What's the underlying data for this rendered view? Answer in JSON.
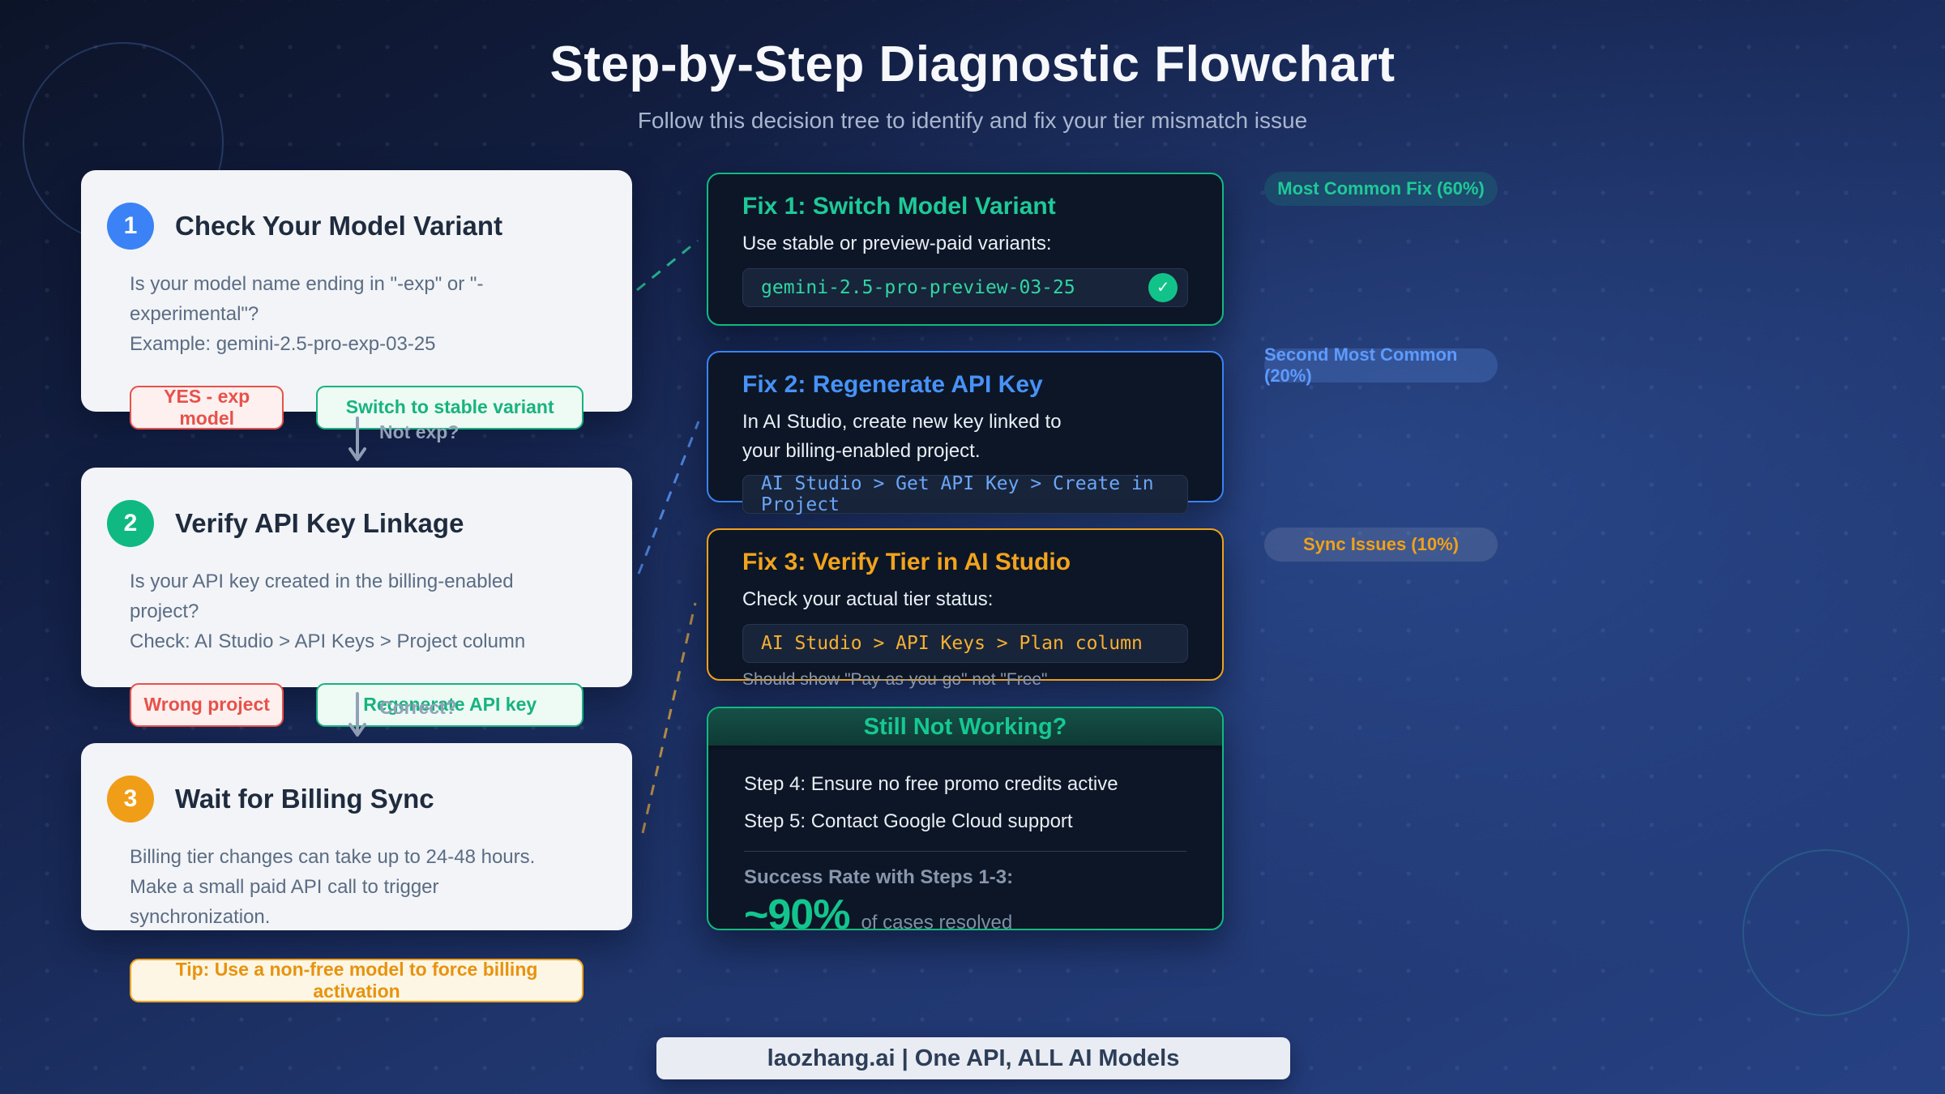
{
  "page": {
    "title": "Step-by-Step Diagnostic Flowchart",
    "subtitle": "Follow this decision tree to identify and fix your tier mismatch issue"
  },
  "icons": {
    "check": "✓",
    "arrow_down": "↓"
  },
  "steps": [
    {
      "number": "1",
      "accent": "#3b82f6",
      "title": "Check Your Model Variant",
      "lines": [
        "Is your model name ending in \"-exp\" or \"-experimental\"?",
        "Example: gemini-2.5-pro-exp-03-25"
      ],
      "buttons": [
        {
          "label": "YES - exp model",
          "variant": "negative",
          "color": "#e8514a"
        },
        {
          "label": "Switch to stable variant",
          "variant": "positive",
          "color": "#17b380"
        }
      ]
    },
    {
      "number": "2",
      "accent": "#10b981",
      "title": "Verify API Key Linkage",
      "lines": [
        "Is your API key created in the billing-enabled project?",
        "Check: AI Studio > API Keys > Project column"
      ],
      "buttons": [
        {
          "label": "Wrong project",
          "variant": "negative",
          "color": "#e8514a"
        },
        {
          "label": "Regenerate API key",
          "variant": "positive",
          "color": "#17b380"
        }
      ]
    },
    {
      "number": "3",
      "accent": "#f09d17",
      "title": "Wait for Billing Sync",
      "lines": [
        "Billing tier changes can take up to 24-48 hours.",
        "Make a small paid API call to trigger synchronization."
      ],
      "buttons": [
        {
          "label": "Tip: Use a non-free model to force billing activation",
          "variant": "tip",
          "color": "#e8920d"
        }
      ]
    }
  ],
  "connectors": [
    {
      "label": "Not exp?"
    },
    {
      "label": "Correct?"
    }
  ],
  "fixes": [
    {
      "title": "Fix 1: Switch Model Variant",
      "accent": "#10b981",
      "lines": [
        "Use stable or preview-paid variants:"
      ],
      "code": "gemini-2.5-pro-preview-03-25",
      "has_check": true
    },
    {
      "title": "Fix 2: Regenerate API Key",
      "accent": "#3b82f6",
      "lines": [
        "In AI Studio, create new key linked to",
        "your billing-enabled project."
      ],
      "code": "AI Studio > Get API Key > Create in Project"
    },
    {
      "title": "Fix 3: Verify Tier in AI Studio",
      "accent": "#f09d17",
      "lines": [
        "Check your actual tier status:"
      ],
      "code": "AI Studio > API Keys > Plan column",
      "note": "Should show \"Pay-as-you-go\" not \"Free\""
    }
  ],
  "final_card": {
    "title": "Still Not Working?",
    "accent": "#10b981",
    "step4": "Step 4: Ensure no free promo credits active",
    "step5": "Step 5: Contact Google Cloud support",
    "success_label": "Success Rate with Steps 1-3:",
    "success_value": "~90%",
    "success_suffix": "of cases resolved"
  },
  "badges": [
    {
      "label": "Most Common Fix (60%)",
      "color": "#1fc997"
    },
    {
      "label": "Second Most Common (20%)",
      "color": "#5d9bff"
    },
    {
      "label": "Sync Issues (10%)",
      "color": "#f0a11a"
    }
  ],
  "footer": {
    "label": "laozhang.ai | One API, ALL AI Models"
  }
}
